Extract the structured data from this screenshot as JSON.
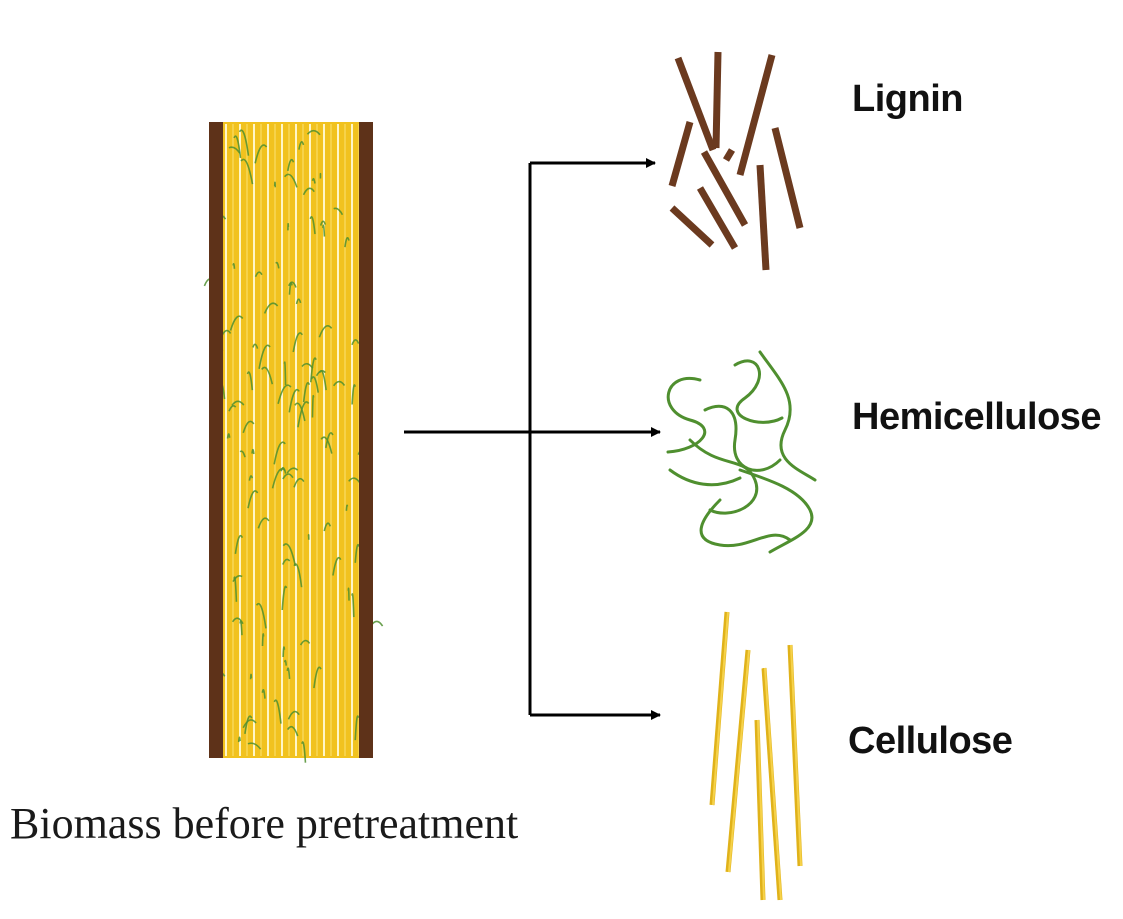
{
  "caption": "Biomass before pretreatment",
  "components": [
    {
      "key": "lignin",
      "label": "Lignin"
    },
    {
      "key": "hemicellulose",
      "label": "Hemicellulose"
    },
    {
      "key": "cellulose",
      "label": "Cellulose"
    }
  ],
  "colors": {
    "lignin": "#6b3a1f",
    "hemicellulose": "#4f8f2f",
    "cellulose": "#e0b21a",
    "cellulose_light": "#f6d24a",
    "arrow": "#000000"
  }
}
